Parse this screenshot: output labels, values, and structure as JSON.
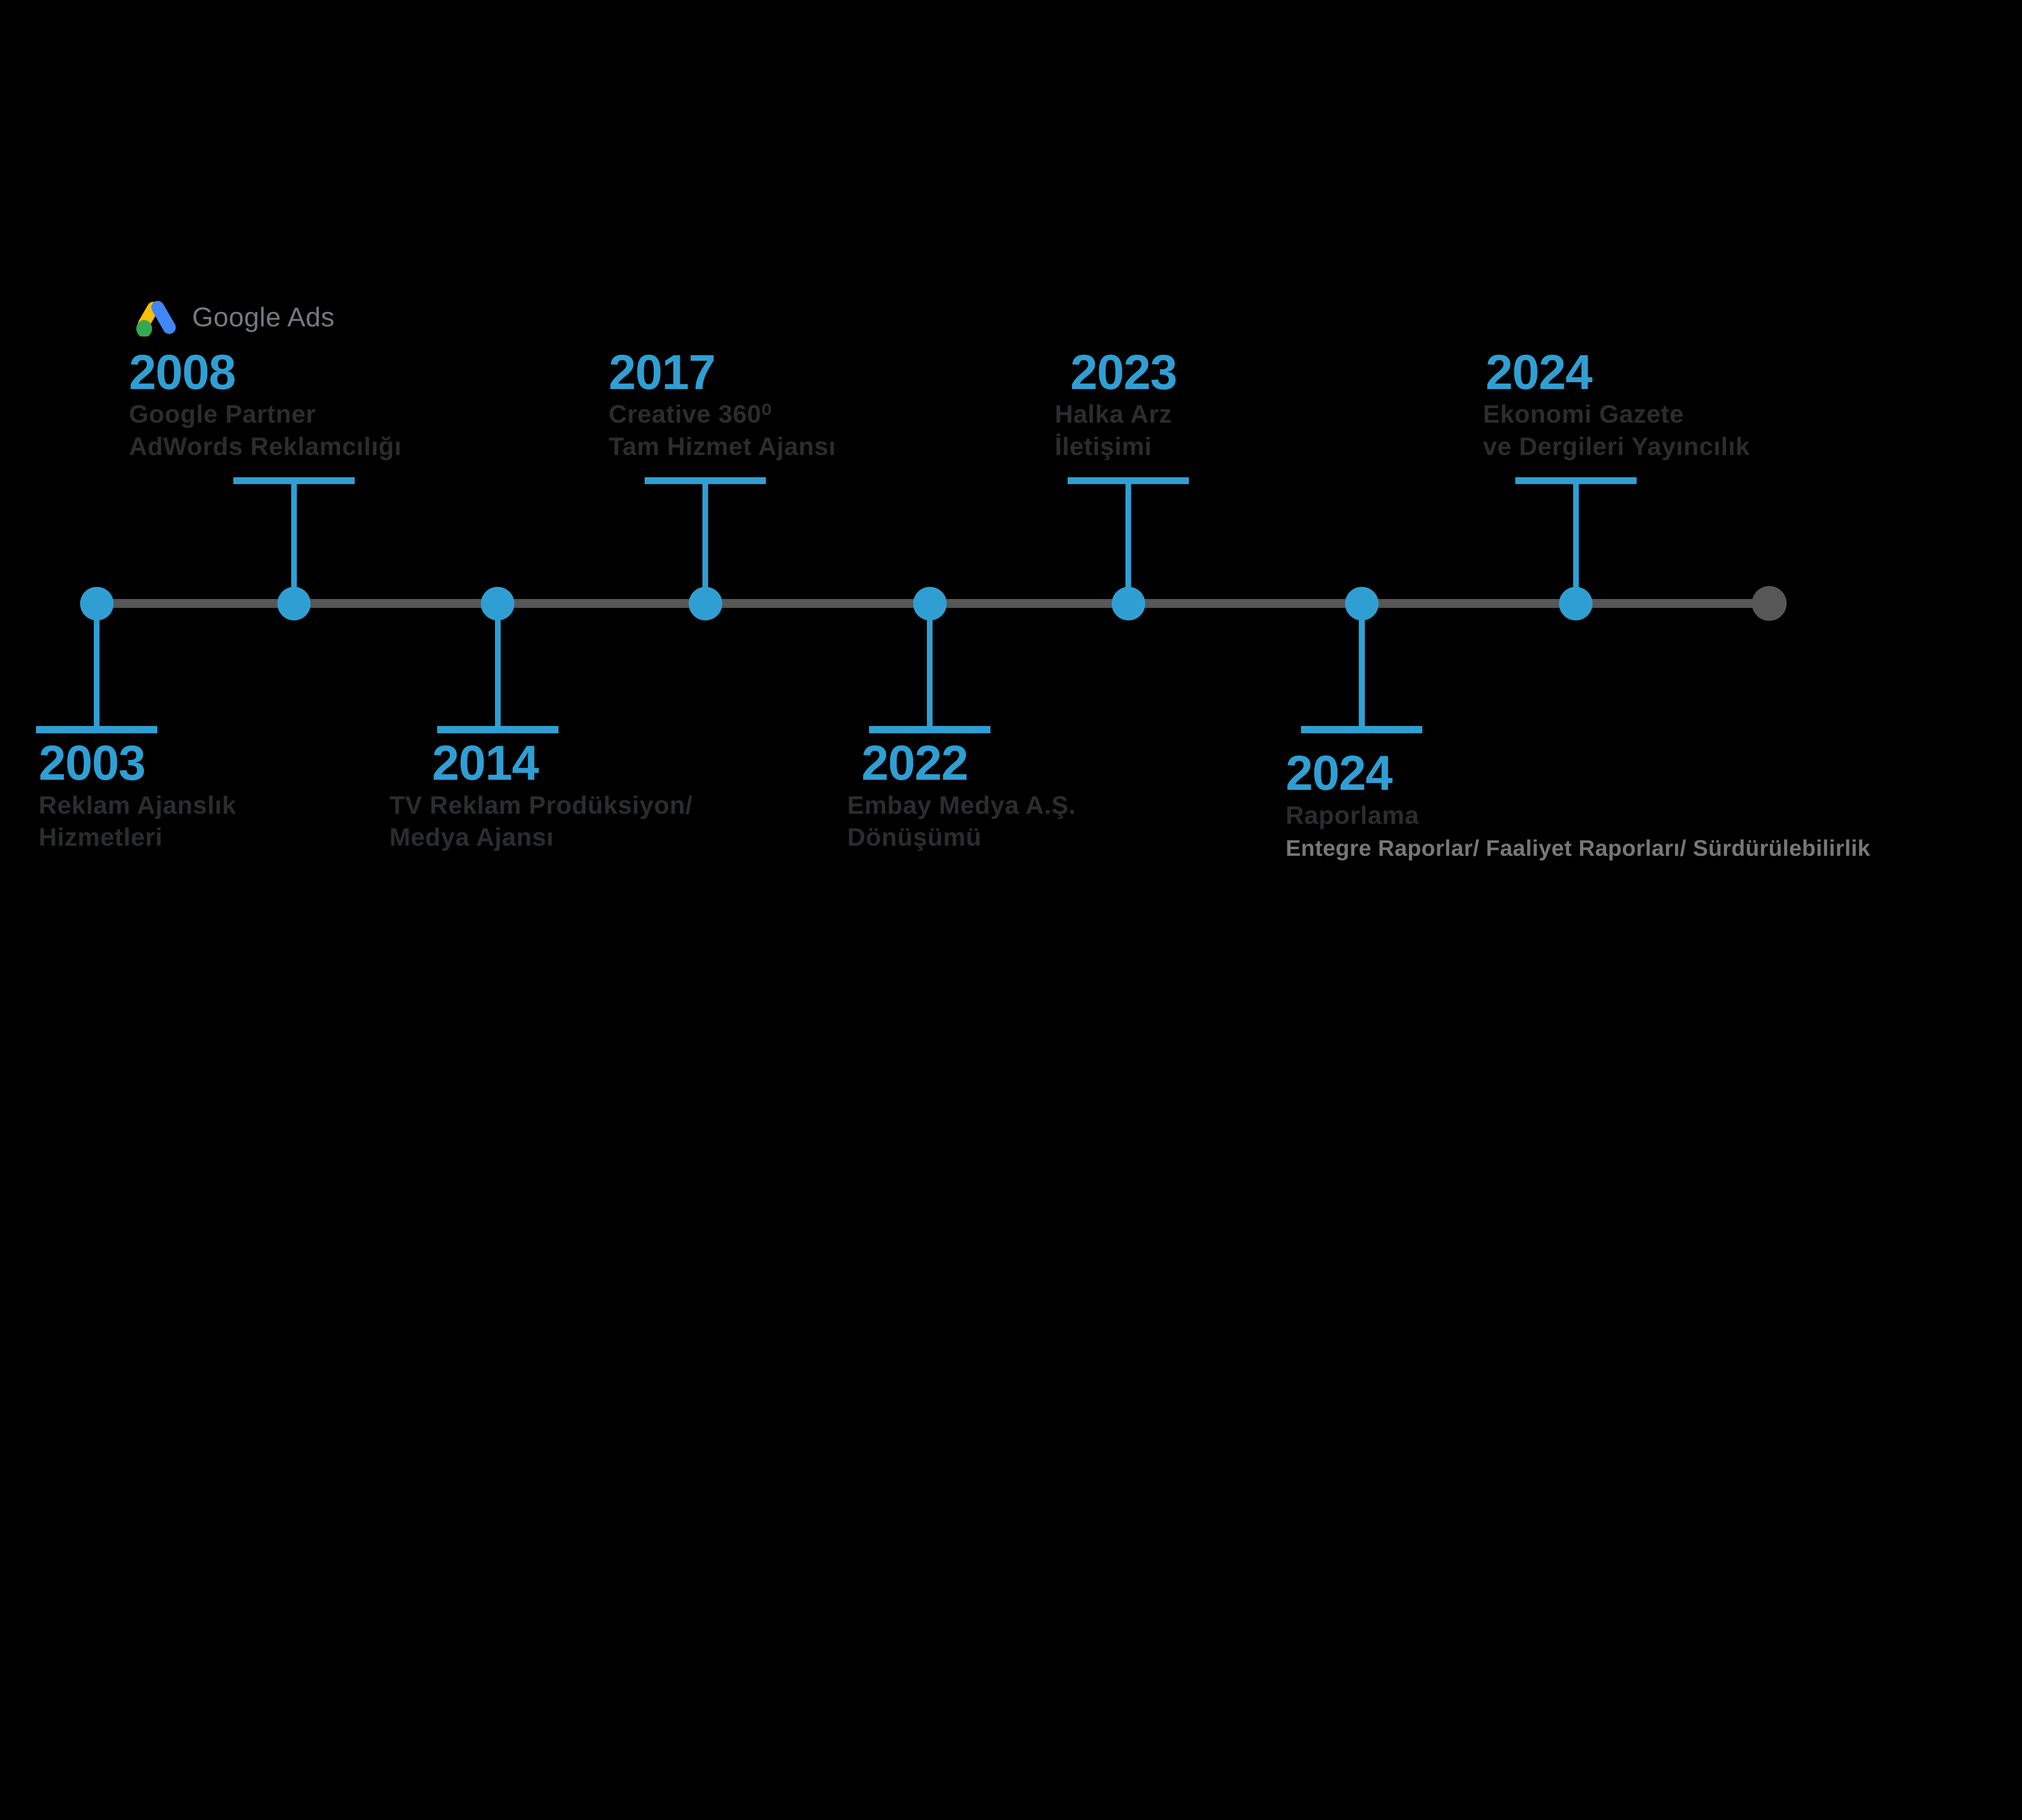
{
  "canvas": {
    "background": "#000000",
    "aspect": "16:9"
  },
  "colors": {
    "accent_blue": "#2f9fd3",
    "timeline_gray": "#575757",
    "end_dot_gray": "#575757",
    "description_dark_gray": "#2b2c2e",
    "description_light_gray": "#757779",
    "logo_wordmark_gray": "#75787c",
    "google_blue": "#4285F4",
    "google_yellow": "#FBBC05",
    "google_green": "#34A853"
  },
  "logo": {
    "label": "Google Ads",
    "icon": "google-ads-triangle-icon"
  },
  "timeline": {
    "direction": "left-to-right",
    "end_marker": "gray-dot",
    "milestones": [
      {
        "year": "2003",
        "side": "bottom",
        "lines": [
          "Reklam Ajanslık",
          "Hizmetleri"
        ]
      },
      {
        "year": "2008",
        "side": "top",
        "logo": "Google Ads",
        "lines": [
          "Google Partner",
          "AdWords Reklamcılığı"
        ]
      },
      {
        "year": "2014",
        "side": "bottom",
        "lines": [
          "TV Reklam Prodüksiyon/",
          "Medya Ajansı"
        ]
      },
      {
        "year": "2017",
        "side": "top",
        "lines": [
          "Creative 360⁰",
          "Tam Hizmet Ajansı"
        ]
      },
      {
        "year": "2022",
        "side": "bottom",
        "lines": [
          "Embay Medya A.Ş.",
          "Dönüşümü"
        ]
      },
      {
        "year": "2023",
        "side": "top",
        "lines": [
          "Halka Arz",
          "İletişimi"
        ]
      },
      {
        "year": "2024",
        "side": "bottom",
        "lines": [
          "Raporlama"
        ],
        "highlight_line": "Entegre Raporlar/ Faaliyet Raporları/ Sürdürülebilirlik"
      },
      {
        "year": "2024",
        "side": "top",
        "lines": [
          "Ekonomi Gazete",
          "ve Dergileri Yayıncılık"
        ]
      }
    ]
  }
}
